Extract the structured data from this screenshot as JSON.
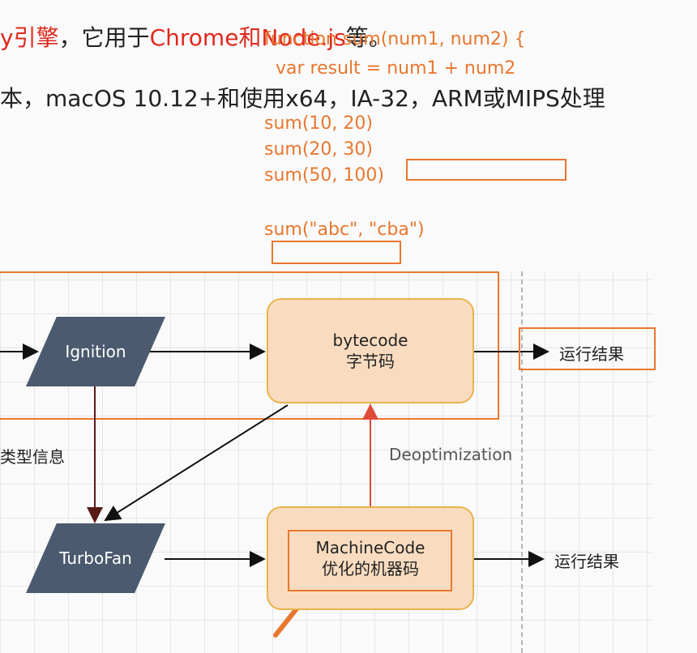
{
  "header": {
    "line1_red_a": "y引擎",
    "line1_black": "，它用于",
    "line1_red_b": "Chrome和Node.js",
    "line1_tail": "等。",
    "line2": "本，macOS 10.12+和使用x64，IA-32，ARM或MIPS处理"
  },
  "code": {
    "line1": "function sum(num1, num2) {",
    "line2": "var result = num1 + num2",
    "line3": "sum(10, 20)",
    "line4": "sum(20, 30)",
    "line5": "sum(50, 100)",
    "line6": "sum(\"abc\", \"cba\")"
  },
  "diagram": {
    "ignition": "Ignition",
    "turbofan": "TurboFan",
    "bytecode_en": "bytecode",
    "bytecode_cn": "字节码",
    "machine_en": "MachineCode",
    "machine_cn": "优化的机器码",
    "result_top": "运行结果",
    "result_bottom": "运行结果",
    "type_info": "类型信息",
    "deopt": "Deoptimization"
  },
  "colors": {
    "accent_orange": "#e8772e",
    "title_red": "#e0281e",
    "node_fill": "#f9dcc0",
    "para_fill": "#4b5a6e"
  }
}
